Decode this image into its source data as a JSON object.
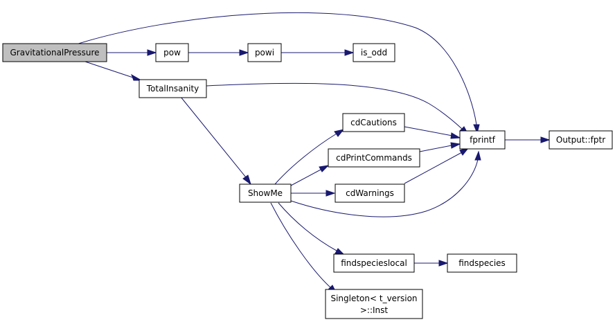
{
  "graph": {
    "colors": {
      "edge": "#191970",
      "root_fill": "#bfbfbf",
      "node_fill": "#ffffff",
      "border": "#000000"
    },
    "nodes": {
      "gravitationalpressure": {
        "lines": [
          "GravitationalPressure"
        ]
      },
      "pow": {
        "lines": [
          "pow"
        ]
      },
      "powi": {
        "lines": [
          "powi"
        ]
      },
      "is_odd": {
        "lines": [
          "is_odd"
        ]
      },
      "totalinsanity": {
        "lines": [
          "TotalInsanity"
        ]
      },
      "fprintf": {
        "lines": [
          "fprintf"
        ]
      },
      "output_fptr": {
        "lines": [
          "Output::fptr"
        ]
      },
      "cdcautions": {
        "lines": [
          "cdCautions"
        ]
      },
      "cdprintcommands": {
        "lines": [
          "cdPrintCommands"
        ]
      },
      "showme": {
        "lines": [
          "ShowMe"
        ]
      },
      "cdwarnings": {
        "lines": [
          "cdWarnings"
        ]
      },
      "findspecieslocal": {
        "lines": [
          "findspecieslocal"
        ]
      },
      "findspecies": {
        "lines": [
          "findspecies"
        ]
      },
      "singleton_inst": {
        "lines": [
          "Singleton< t_version",
          ">::Inst"
        ]
      }
    },
    "edges": [
      {
        "from": "gravitationalpressure",
        "to": "fprintf"
      },
      {
        "from": "gravitationalpressure",
        "to": "pow"
      },
      {
        "from": "gravitationalpressure",
        "to": "totalinsanity"
      },
      {
        "from": "pow",
        "to": "powi"
      },
      {
        "from": "powi",
        "to": "is_odd"
      },
      {
        "from": "totalinsanity",
        "to": "fprintf"
      },
      {
        "from": "totalinsanity",
        "to": "showme"
      },
      {
        "from": "fprintf",
        "to": "output_fptr"
      },
      {
        "from": "cdcautions",
        "to": "fprintf"
      },
      {
        "from": "cdprintcommands",
        "to": "fprintf"
      },
      {
        "from": "cdwarnings",
        "to": "fprintf"
      },
      {
        "from": "showme",
        "to": "cdcautions"
      },
      {
        "from": "showme",
        "to": "cdprintcommands"
      },
      {
        "from": "showme",
        "to": "cdwarnings"
      },
      {
        "from": "showme",
        "to": "fprintf"
      },
      {
        "from": "showme",
        "to": "findspecieslocal"
      },
      {
        "from": "showme",
        "to": "singleton_inst"
      },
      {
        "from": "findspecieslocal",
        "to": "findspecies"
      }
    ]
  }
}
